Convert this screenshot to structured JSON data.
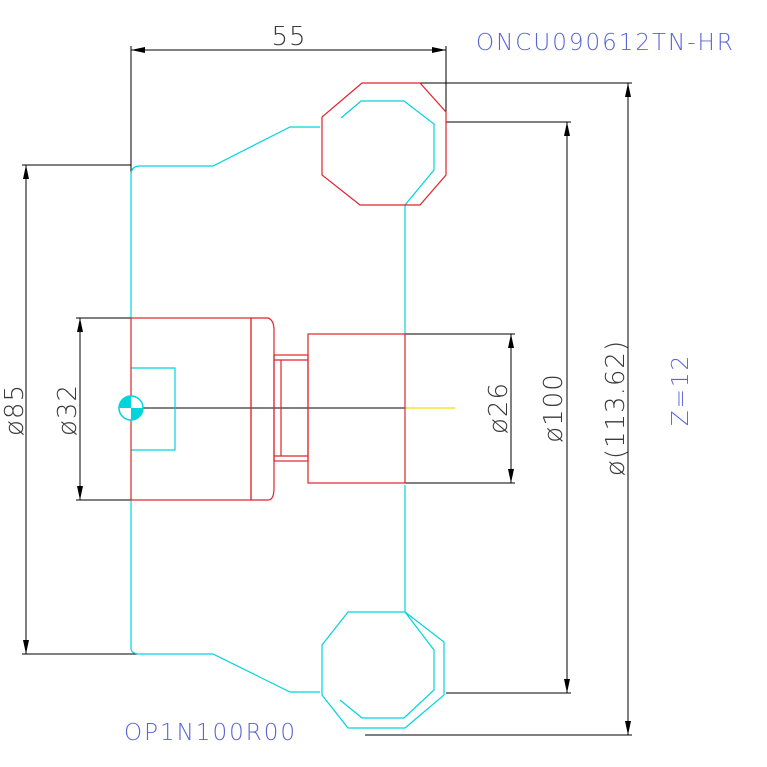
{
  "insert_code": "ONCU090612TN-HR",
  "cutter_code": "OP1N100R00",
  "teeth_count": "Z=12",
  "dimensions": {
    "length": "55",
    "d85": "ø85",
    "d32": "ø32",
    "d26": "ø26",
    "d100": "ø100",
    "d113": "ø(113.62)"
  },
  "colors": {
    "body_outline": "#00d4dc",
    "insert_outline": "#e0232b",
    "annotation_text": "#5a64d8",
    "dimension_lines": "#000000",
    "centerline_marker": "#f0e000"
  }
}
